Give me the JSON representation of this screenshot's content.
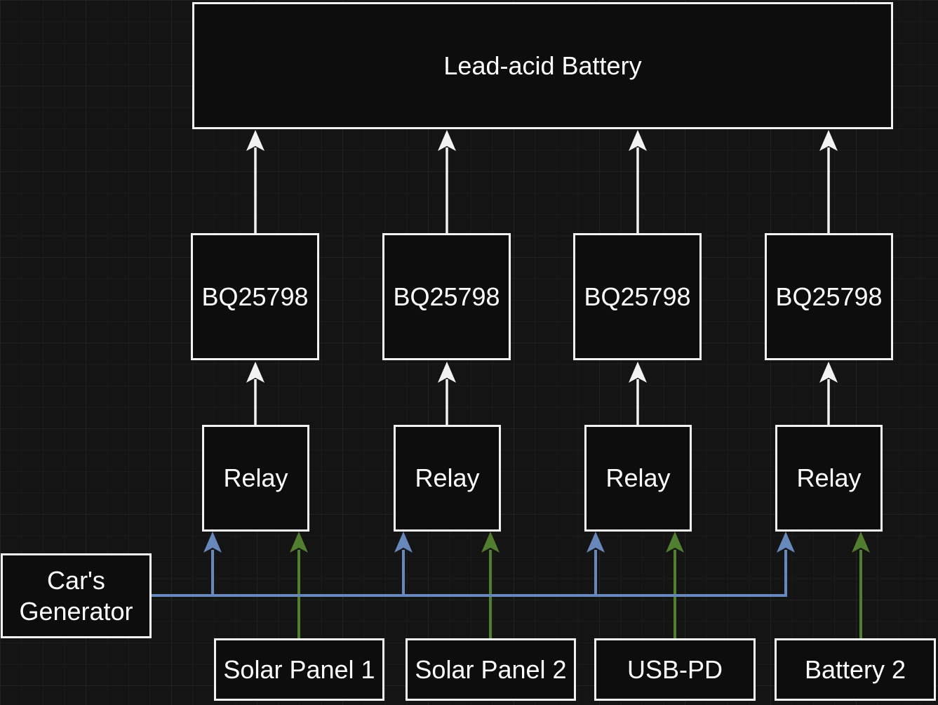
{
  "colors": {
    "background": "#141414",
    "grid_minor": "#1b1b1b",
    "grid_major": "#222222",
    "node_fill": "#0d0d0d",
    "node_border": "#f2f2f2",
    "text": "#ffffff",
    "arrow_white": "#f2f2f2",
    "arrow_blue": "#6888bc",
    "arrow_green": "#527e2f"
  },
  "nodes": {
    "battery": {
      "label": "Lead-acid Battery"
    },
    "chargers": [
      {
        "label": "BQ25798"
      },
      {
        "label": "BQ25798"
      },
      {
        "label": "BQ25798"
      },
      {
        "label": "BQ25798"
      }
    ],
    "relays": [
      {
        "label": "Relay"
      },
      {
        "label": "Relay"
      },
      {
        "label": "Relay"
      },
      {
        "label": "Relay"
      }
    ],
    "generator": {
      "label": "Car's Generator"
    },
    "sources": [
      {
        "label": "Solar Panel 1"
      },
      {
        "label": "Solar Panel 2"
      },
      {
        "label": "USB-PD"
      },
      {
        "label": "Battery 2"
      }
    ]
  }
}
